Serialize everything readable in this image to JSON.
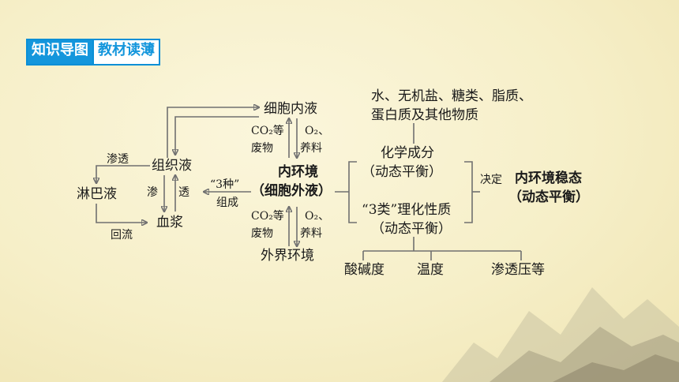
{
  "header": {
    "tab_primary": "知识导图",
    "tab_secondary": "教材读薄"
  },
  "diagram": {
    "intracellular": "细胞内液",
    "tissue_fluid": "组织液",
    "lymph": "淋巴液",
    "plasma": "血浆",
    "osmosis_1": "渗透",
    "osmosis_2": "渗",
    "osmosis_3": "透",
    "reflux": "回流",
    "three_kinds": "“3种”",
    "compose": "组成",
    "co2_top": "CO₂等",
    "waste_top": "废物",
    "o2_top": "O₂、",
    "nutrient_top": "养料",
    "internal_env": "内环境",
    "extracellular": "（细胞外液）",
    "co2_bottom": "CO₂等",
    "waste_bottom": "废物",
    "o2_bottom": "O₂、",
    "nutrient_bottom": "养料",
    "external_env": "外界环境",
    "substances_line1": "水、无机盐、糖类、脂质、",
    "substances_line2": "蛋白质及其他物质",
    "chem_comp": "化学成分",
    "chem_dynamic": "（动态平衡）",
    "three_types": "“3类”理化性质",
    "phys_dynamic": "（动态平衡）",
    "decide": "决定",
    "homeostasis": "内环境稳态",
    "homeo_dynamic": "（动态平衡）",
    "ph": "酸碱度",
    "temperature": "温度",
    "osmotic_pressure": "渗透压等"
  },
  "colors": {
    "tab_blue": "#1496dc",
    "line_gray": "#707070"
  }
}
